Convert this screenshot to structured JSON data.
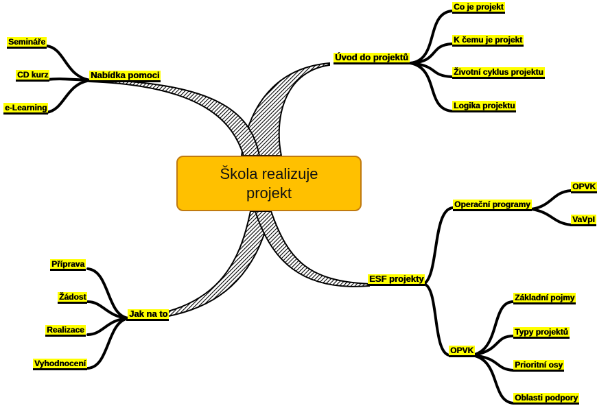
{
  "central_topic": {
    "line1": "Škola realizuje",
    "line2": "projekt"
  },
  "branches": {
    "nabidka": {
      "label": "Nabídka pomoci",
      "children": [
        "Semináře",
        "CD kurz",
        "e-Learning"
      ]
    },
    "uvod": {
      "label": "Úvod do projektů",
      "children": [
        "Co je projekt",
        "K čemu je projekt",
        "Životní cyklus projektu",
        "Logika projektu"
      ]
    },
    "jak": {
      "label": "Jak na to",
      "children": [
        "Příprava",
        "Žádost",
        "Realizace",
        "Vyhodnocení"
      ]
    },
    "esf": {
      "label": "ESF projekty",
      "operacni": {
        "label": "Operační programy",
        "children": [
          "OPVK",
          "VaVpI"
        ]
      },
      "opvk": {
        "label": "OPVK",
        "children": [
          "Základní pojmy",
          "Typy projektů",
          "Prioritní osy",
          "Oblasti podpory"
        ]
      }
    }
  }
}
